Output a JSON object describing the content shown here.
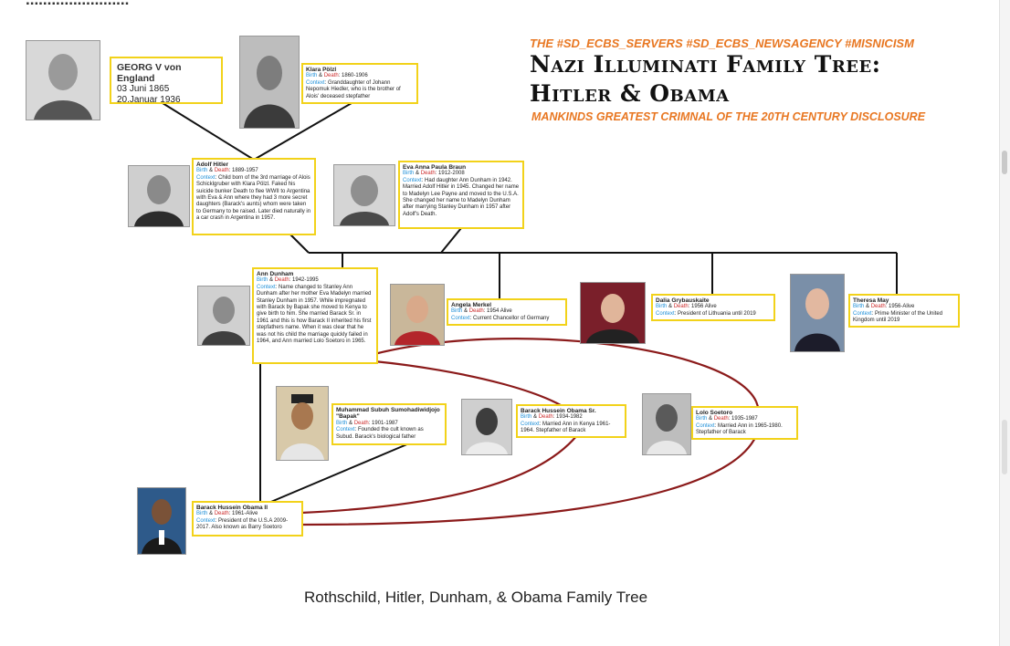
{
  "page": {
    "top_cut_text": "........................",
    "caption": "Rothschild, Hitler, Dunham, & Obama Family Tree"
  },
  "header": {
    "hashtags": "THE #SD_ECBS_SERVERS #SD_ECBS_NEWSAGENCY #MISNICISM",
    "title_line1": "Nazi Illuminati Family Tree:",
    "title_line2": "Hitler & Obama",
    "subtitle": "MANKINDS GREATEST CRIMNAL OF THE 20TH CENTURY DISCLOSURE"
  },
  "labels": {
    "birth": "Birth",
    "amp": " & ",
    "death": "Death",
    "context": "Context"
  },
  "people": {
    "georg": {
      "name": "GEORG V von England",
      "line2": "03 Juni 1865",
      "line3": "20.Januar 1936"
    },
    "klara": {
      "name": "Klara Pölzl",
      "dates": ": 1860-1906",
      "context": ": Granddaughter of Johann Nepomuk Hiedler, who is the brother of Alois' deceased stepfather"
    },
    "hitler": {
      "name": "Adolf Hitler",
      "dates": ": 1889-1957",
      "context": ": Child born of the 3rd marriage of Alois Schicklgruber with Klara Pölzl. Faked his suicide bunker Death to flee WWII to Argentina with Eva & Ann where they had 3 more secret daughters (Barack's aunts) whom were taken to Germany to be raised. Later died naturally in a car crash in Argentina in 1957."
    },
    "eva": {
      "name": "Eva Anna Paula Braun",
      "dates": ": 1912-2008",
      "context": ": Had daughter Ann Dunham in 1942. Married Adolf Hitler in 1945. Changed her name to Madelyn Lee Payne and moved to the U.S.A. She changed her name to Madelyn Dunham after marrying Stanley Dunham in 1957 after Adolf's Death."
    },
    "ann": {
      "name": "Ann Dunham",
      "dates": ": 1942-1995",
      "context": ": Name changed to Stanley Ann Dunham after her mother Eva Madelyn married Stanley Dunham in 1957. While impregnated with Barack by Bapak she moved to Kenya to give birth to him. She married Barack Sr. in 1961 and this is how Barack II inherited his first stepfathers name. When it was clear that he was not his child the marriage quickly failed in 1964, and Ann married Lolo Soetoro in 1965."
    },
    "merkel": {
      "name": "Angela Merkel",
      "dates": ": 1954 Alive",
      "context": ": Current Chancellor of Germany"
    },
    "dalia": {
      "name": "Dalia Grybauskaite",
      "dates": ": 1956 Alive",
      "context": ": President of Lithuania until 2019"
    },
    "may": {
      "name": "Theresa May",
      "dates": ": 1956-Alive",
      "context": ": Prime Minister of the United Kingdom until 2019"
    },
    "subuh": {
      "name": "Muhammad Subuh Sumohadiwidjojo \"Bapak\"",
      "dates": ": 1901-1987",
      "context": ": Founded the cult known as Subud. Barack's biological father"
    },
    "obamasr": {
      "name": "Barack Hussein Obama Sr.",
      "dates": ": 1934-1982",
      "context": ": Married Ann in Kenya 1961-1964. Stepfather of Barack"
    },
    "lolo": {
      "name": "Lolo Soetoro",
      "dates": ": 1935-1987",
      "context": ": Married Ann in 1965-1980. Stepfather of Barack"
    },
    "obama": {
      "name": "Barack Hussein Obama II",
      "dates": ": 1961-Alive",
      "context": ": President of the U.S.A 2009-2017. Also known as Barry Soetoro"
    }
  },
  "colors": {
    "card_border": "#f2d21a",
    "accent": "#e87722",
    "line_black": "#111111",
    "line_red": "#8b1a1a",
    "label_blue": "#1e8fd8",
    "label_red": "#cc2b2b"
  }
}
